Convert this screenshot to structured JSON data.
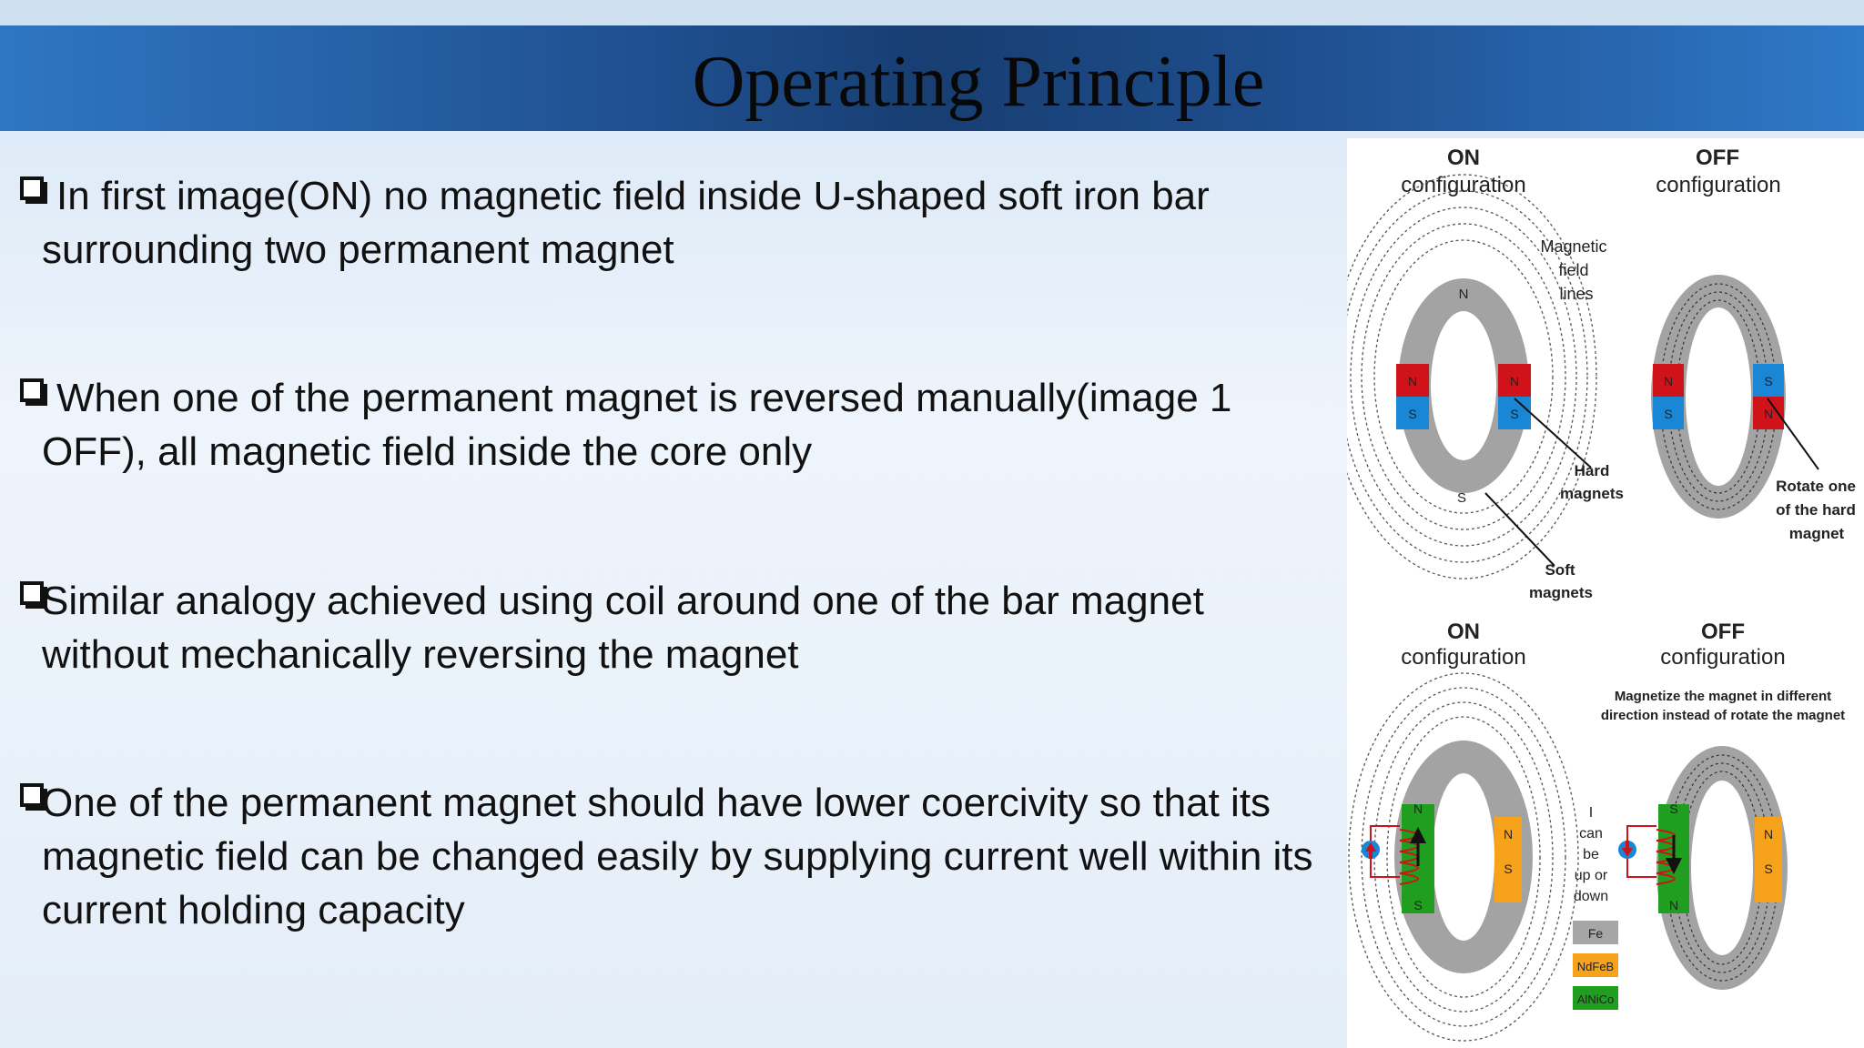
{
  "slide": {
    "title": "Operating Principle",
    "bullets": [
      {
        "text": "In first image(ON) no magnetic field inside U-shaped soft iron bar surrounding two permanent magnet"
      },
      {
        "text": "When one of the permanent magnet is reversed manually(image 1 OFF), all magnetic field inside the core only"
      },
      {
        "text": "Similar analogy achieved using coil around one of the bar magnet without mechanically reversing the magnet"
      },
      {
        "text": "One of the permanent magnet should have lower coercivity so that its magnetic field can be changed easily by supplying current well within its current holding capacity"
      }
    ]
  },
  "figure": {
    "top_on_title": "ON",
    "top_on_sub": "configuration",
    "top_off_title": "OFF",
    "top_off_sub": "configuration",
    "field_lines_label": [
      "Magnetic",
      "field",
      "lines"
    ],
    "hard_magnets_label": [
      "Hard",
      "magnets"
    ],
    "soft_magnets_label": [
      "Soft",
      "magnets"
    ],
    "rotate_label": [
      "Rotate one",
      "of the hard",
      "magnet"
    ],
    "bottom_on_title": "ON",
    "bottom_on_sub": "configuration",
    "bottom_off_title": "OFF",
    "bottom_off_sub": "configuration",
    "magnetize_note": [
      "Magnetize the magnet in different",
      "direction instead of rotate the magnet"
    ],
    "current_note": [
      "I",
      "can",
      "be",
      "up or",
      "down"
    ],
    "pole_n": "N",
    "pole_s": "S",
    "legend": [
      {
        "label": "Fe",
        "color": "#a6a6a6"
      },
      {
        "label": "NdFeB",
        "color": "#f7a21b"
      },
      {
        "label": "AlNiCo",
        "color": "#1f9e1f"
      }
    ],
    "colors": {
      "red_magnet": "#d0121b",
      "blue_magnet": "#1a86d6",
      "iron": "#a3a3a3",
      "note_red": "#d0121b"
    }
  }
}
